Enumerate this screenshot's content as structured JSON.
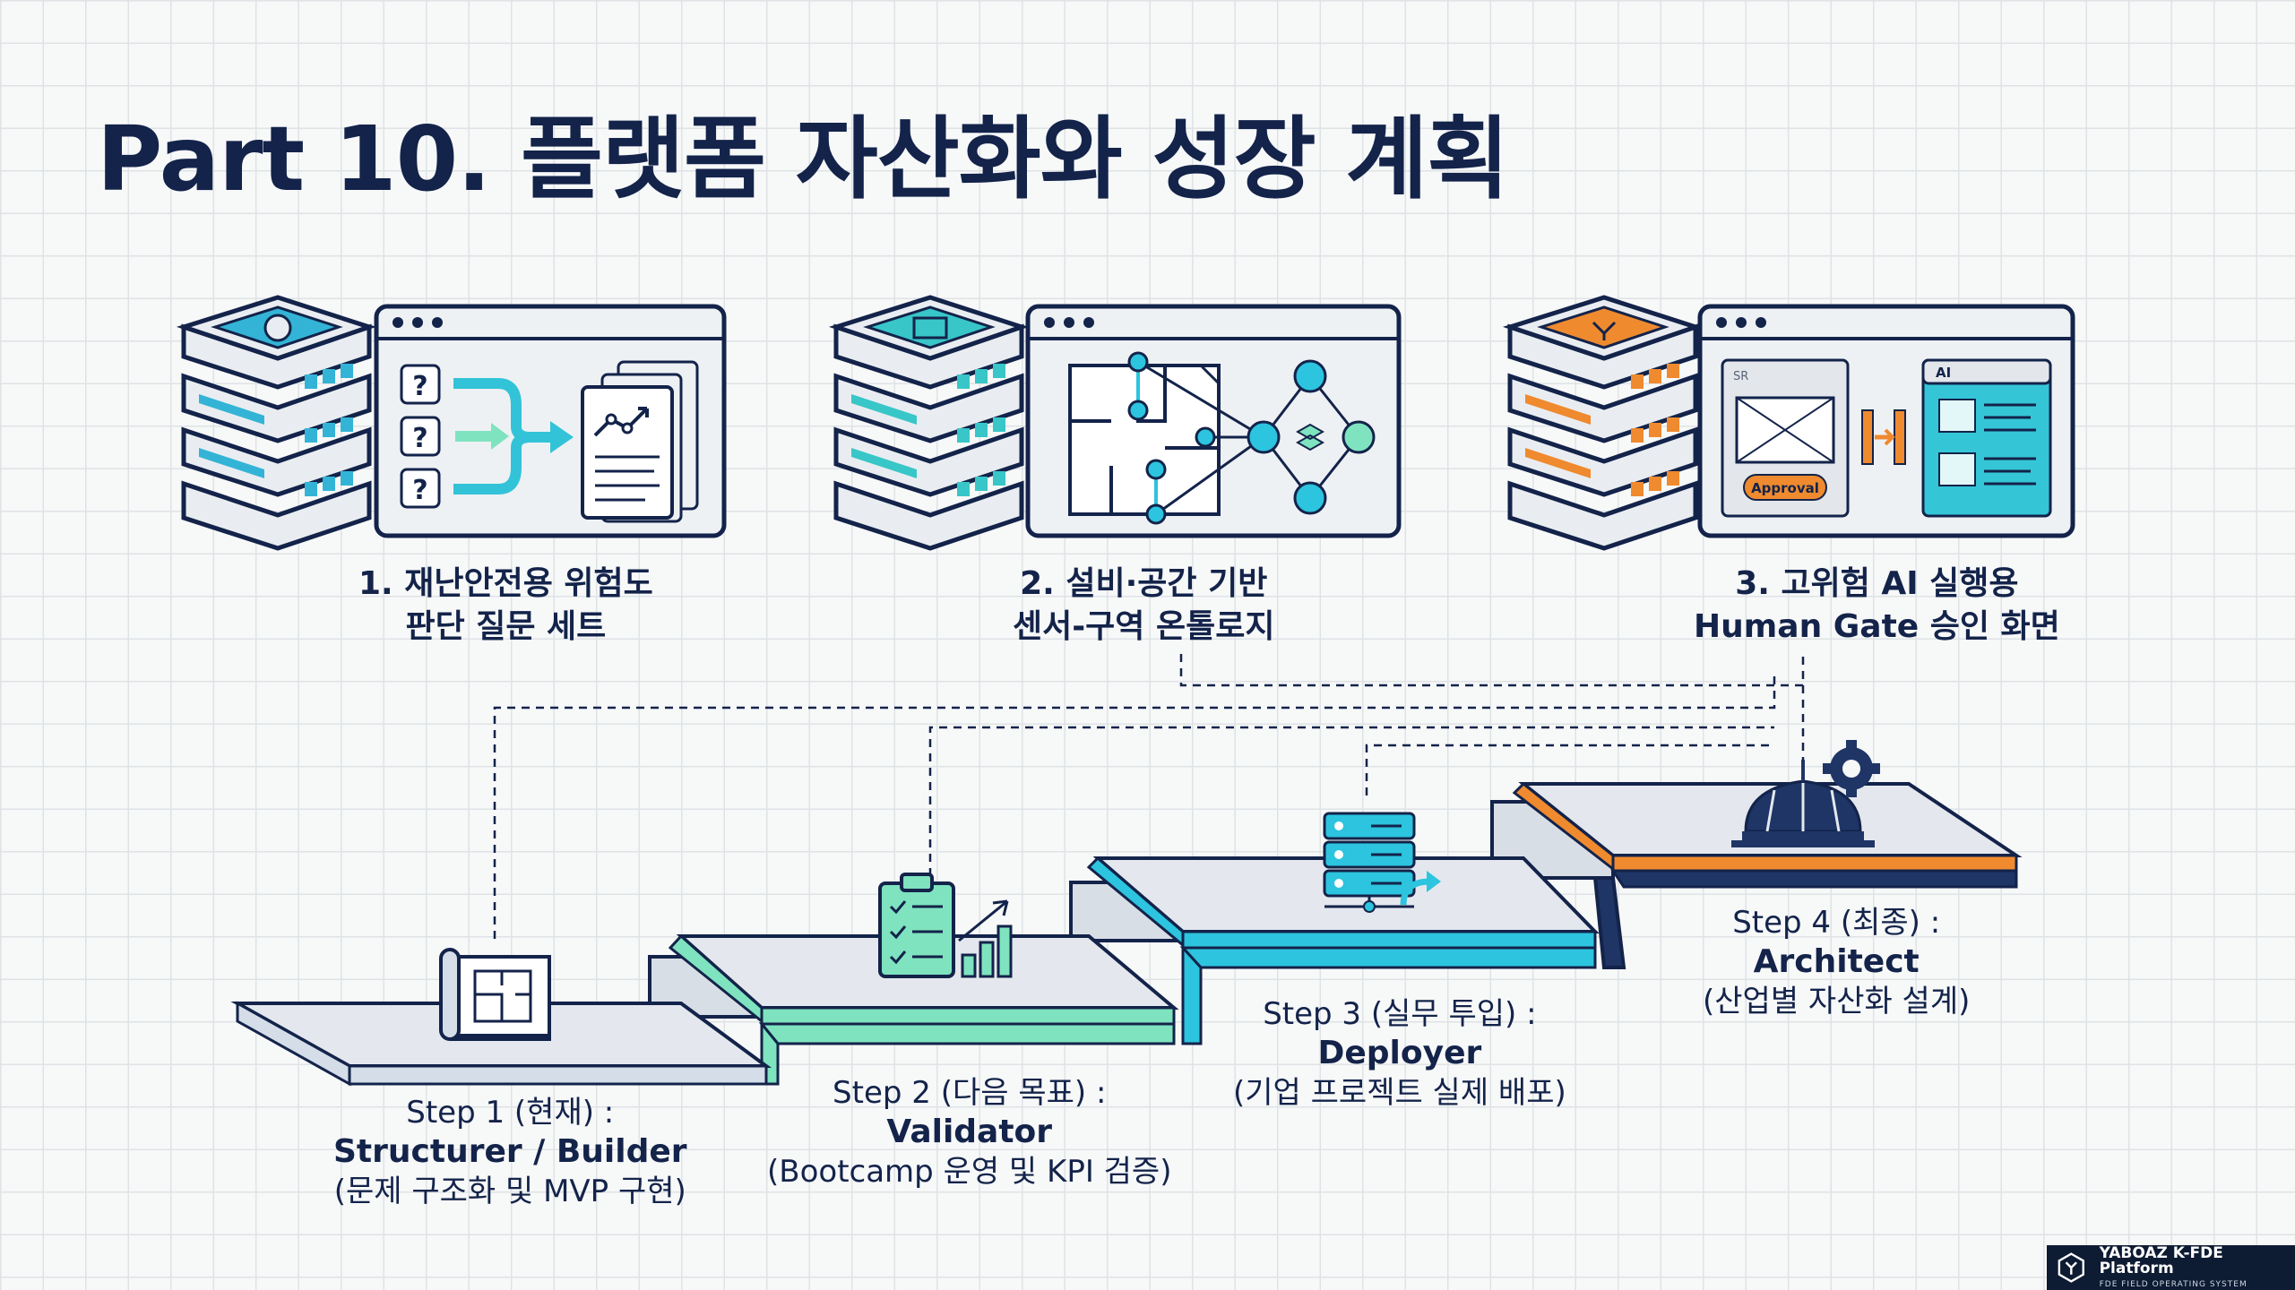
{
  "title": "Part 10. 플랫폼 자산화와 성장 계획",
  "assets": [
    {
      "line1": "1. 재난안전용 위험도",
      "line2": "판단 질문 세트",
      "accent": "#33b4d6"
    },
    {
      "line1": "2. 설비·공간 기반",
      "line2": "센서-구역 온톨로지",
      "accent": "#38c6c8"
    },
    {
      "line1": "3. 고위험 AI 실행용",
      "line2": "Human Gate 승인 화면",
      "accent": "#ef8a2f"
    }
  ],
  "asset3_panel": {
    "left_tag": "SR",
    "approval_label": "Approval",
    "right_tag": "AI"
  },
  "steps": [
    {
      "line1": "Step 1 (현재) :",
      "role": "Structurer / Builder",
      "line3": "(문제 구조화 및 MVP 구현)",
      "accent": "#d4dde8"
    },
    {
      "line1": "Step 2 (다음 목표) :",
      "role": "Validator",
      "line3": "(Bootcamp 운영 및 KPI 검증)",
      "accent": "#7fe3bf"
    },
    {
      "line1": "Step 3 (실무 투입) :",
      "role": "Deployer",
      "line3": "(기업 프로젝트 실제 배포)",
      "accent": "#2cc4de"
    },
    {
      "line1": "Step 4 (최종) :",
      "role": "Architect",
      "line3": "(산업별 자산화 설계)",
      "accent": "#ef8a2f"
    }
  ],
  "footer": {
    "brand": "YABOAZ K-FDE Platform",
    "tagline": "FDE FIELD OPERATING SYSTEM"
  },
  "colors": {
    "navy": "#13234a",
    "teal": "#2cc4de",
    "mint": "#7fe3bf",
    "orange": "#ef8a2f",
    "panel": "#eef1f4"
  }
}
